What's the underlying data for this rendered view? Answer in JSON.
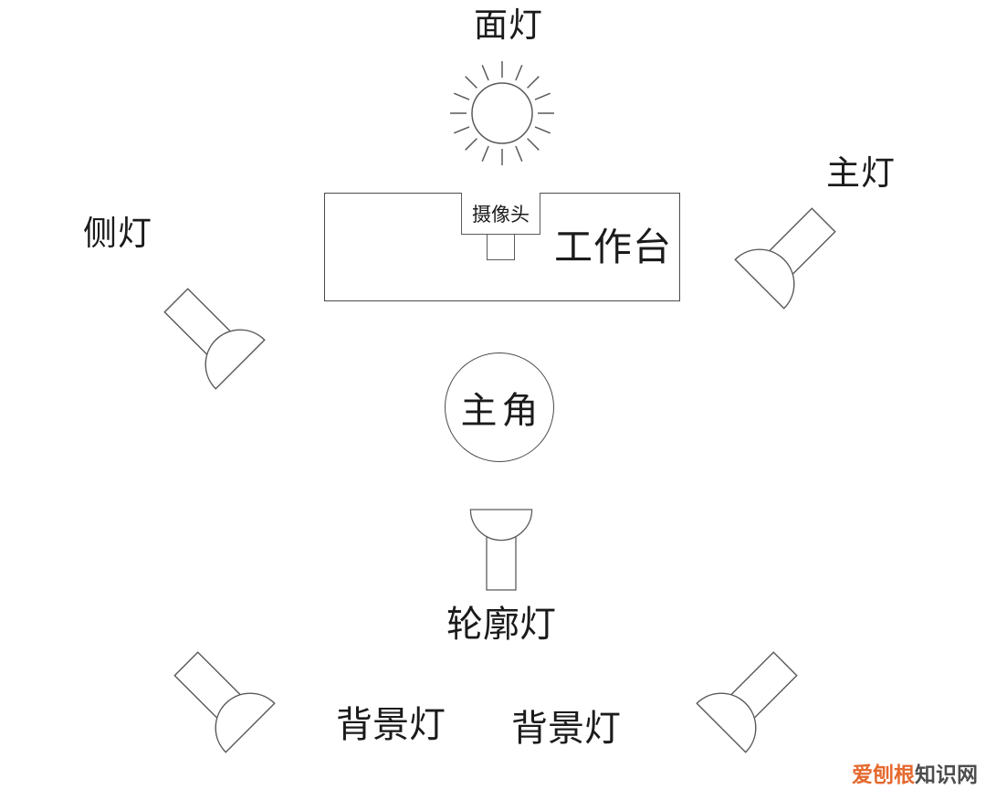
{
  "page": {
    "background": "#ffffff",
    "description_type": "studio-lighting-layout-diagram"
  },
  "colors": {
    "line": "#5a5a5a",
    "box_line": "#4a4a4a",
    "label_text": "#1b1b1b",
    "watermark_brand": "#e5692e",
    "watermark_suffix": "#4d4d4d"
  },
  "labels": {
    "face_light": "面灯",
    "main_light": "主灯",
    "side_light": "侧灯",
    "workbench": "工作台",
    "camera": "摄像头",
    "subject": "主角",
    "contour_light": "轮廓灯",
    "background_light_left": "背景灯",
    "background_light_right": "背景灯"
  },
  "icons": {
    "face_light": "sun-rays-icon",
    "main_light": "spotlight-icon",
    "side_light": "spotlight-icon",
    "contour_light": "spotlight-icon",
    "background_light_left": "spotlight-icon",
    "background_light_right": "spotlight-icon"
  },
  "watermark": {
    "brand": "爱刨根",
    "suffix": "知识网"
  }
}
